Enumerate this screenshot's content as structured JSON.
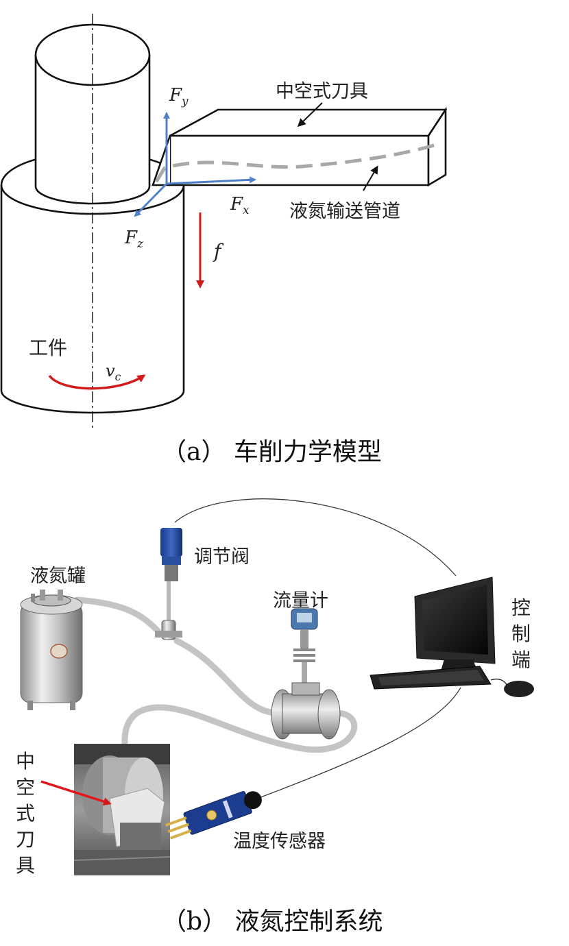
{
  "panel_a": {
    "caption": "（a）  车削力学模型",
    "labels": {
      "tool": "中空式刀具",
      "pipe": "液氮输送管道",
      "workpiece": "工件"
    },
    "symbols": {
      "fy_main": "F",
      "fy_sub": "y",
      "fx_main": "F",
      "fx_sub": "x",
      "fz_main": "F",
      "fz_sub": "z",
      "feed": "f",
      "vc_main": "v",
      "vc_sub": "c"
    },
    "colors": {
      "force_arrow": "#4f7fc8",
      "motion_arrow": "#d11a1a",
      "pipe": "#a8a8a8"
    }
  },
  "panel_b": {
    "caption": "（b）  液氮控制系统",
    "labels": {
      "tank": "液氮罐",
      "valve": "调节阀",
      "flowmeter": "流量计",
      "controller_chars": [
        "控",
        "制",
        "端"
      ],
      "tool_chars": [
        "中",
        "空",
        "式",
        "刀",
        "具"
      ],
      "sensor": "温度传感器"
    }
  }
}
